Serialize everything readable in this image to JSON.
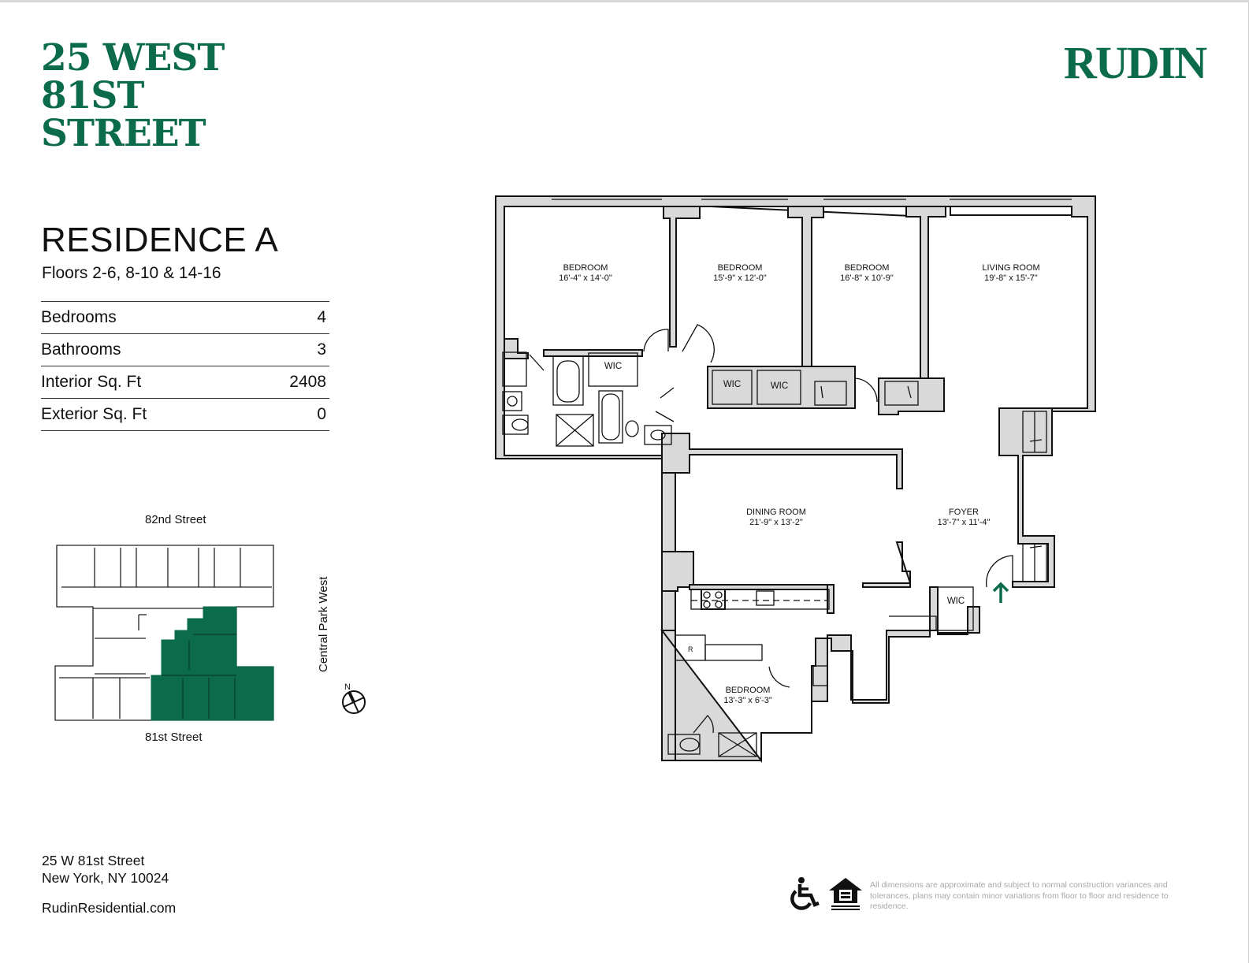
{
  "colors": {
    "brand": "#0b6b4b",
    "wall_fill": "#d9d9d9",
    "wall_stroke": "#111111",
    "disclaimer_text": "#a8a8a8"
  },
  "header": {
    "building_title_lines": [
      "25 WEST",
      "81ST",
      "STREET"
    ],
    "logo": "RUDIN"
  },
  "residence": {
    "title": "RESIDENCE A",
    "floors": "Floors 2-6, 8-10 & 14-16",
    "specs": [
      {
        "label": "Bedrooms",
        "value": "4"
      },
      {
        "label": "Bathrooms",
        "value": "3"
      },
      {
        "label": "Interior Sq. Ft",
        "value": "2408"
      },
      {
        "label": "Exterior Sq. Ft",
        "value": "0"
      }
    ]
  },
  "key_plan": {
    "street_top": "82nd Street",
    "street_bottom": "81st Street",
    "street_side": "Central Park West",
    "compass_label": "N"
  },
  "floor_plan": {
    "rooms": [
      {
        "name": "BEDROOM",
        "dims": "16'-4\" x 14'-0\""
      },
      {
        "name": "BEDROOM",
        "dims": "15'-9\" x 12'-0\""
      },
      {
        "name": "BEDROOM",
        "dims": "16'-8\" x 10'-9\""
      },
      {
        "name": "LIVING ROOM",
        "dims": "19'-8\" x 15'-7\""
      },
      {
        "name": "DINING ROOM",
        "dims": "21'-9\" x 13'-2\""
      },
      {
        "name": "FOYER",
        "dims": "13'-7\" x 11'-4\""
      },
      {
        "name": "BEDROOM",
        "dims": "13'-3\" x 6'-3\""
      }
    ],
    "closets": [
      "WIC",
      "WIC",
      "WIC",
      "WIC"
    ],
    "refrigerator_label": "R"
  },
  "footer": {
    "address_line1": "25 W 81st Street",
    "address_line2": "New York, NY 10024",
    "website": "RudinResidential.com",
    "disclaimer": "All dimensions are approximate and subject to normal construction variances and tolerances, plans may contain minor variations from floor to floor and residence to residence.",
    "icons": [
      "wheelchair-accessible-icon",
      "equal-housing-opportunity-icon"
    ]
  }
}
